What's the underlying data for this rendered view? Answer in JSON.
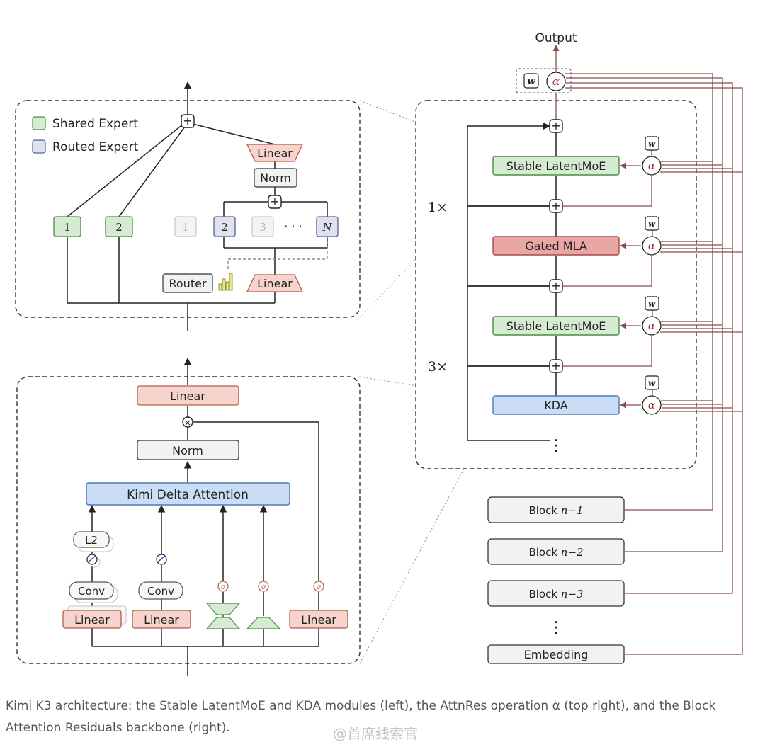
{
  "moe": {
    "legend": [
      {
        "label": "Shared Expert",
        "color": "#d6ecd2"
      },
      {
        "label": "Routed Expert",
        "color": "#dfe1f0"
      }
    ],
    "linear_top": "Linear",
    "norm": "Norm",
    "linear_bottom": "Linear",
    "router": "Router",
    "shared_experts": [
      "1",
      "2"
    ],
    "routed_experts": [
      "1",
      "2",
      "3",
      "N"
    ],
    "ellipsis": "· · ·"
  },
  "kda": {
    "linear_out": "Linear",
    "norm": "Norm",
    "attention": "Kimi Delta Attention",
    "branch1": {
      "l2": "L2",
      "conv": "Conv",
      "linear": "Linear"
    },
    "branch2": {
      "conv": "Conv",
      "linear": "Linear"
    },
    "sigma": "σ",
    "branch_right": {
      "linear": "Linear"
    }
  },
  "backbone": {
    "output": "Output",
    "w": "w",
    "alpha": "α",
    "multiplier_1": "1×",
    "multiplier_3": "3×",
    "modules": [
      "Stable LatentMoE",
      "Gated MLA",
      "Stable LatentMoE",
      "KDA"
    ],
    "blocks": [
      {
        "prefix": "Block ",
        "suffix": "n−1"
      },
      {
        "prefix": "Block ",
        "suffix": "n−2"
      },
      {
        "prefix": "Block ",
        "suffix": "n−3"
      }
    ],
    "embedding": "Embedding",
    "vertical_dots": "⋮"
  },
  "colors": {
    "green_fill": "#d6ecd2",
    "green_stroke": "#4f8a47",
    "red_fill": "#f6d4cd",
    "red_stroke": "#b85a4e",
    "rose_fill": "#e8a6a4",
    "blue_fill": "#c9ddf5",
    "blue_stroke": "#4f79b5",
    "routed_fill": "#dfe1f0",
    "routed_stroke": "#5a5f8f",
    "gray_fill": "#f2f2f2",
    "residual_line": "#8b4a4a"
  },
  "caption": "Kimi K3 architecture: the Stable LatentMoE and KDA modules (left), the AttnRes operation α (top right), and the Block Attention Residuals backbone (right).",
  "watermark": "@首席线索官"
}
